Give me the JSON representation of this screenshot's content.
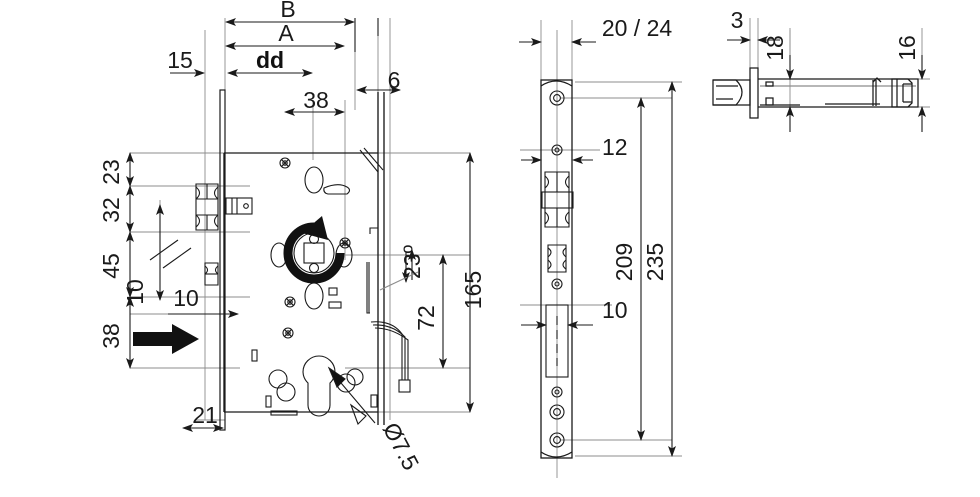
{
  "drawing": {
    "title": "Mortise lock technical drawing",
    "type": "engineering-dimensioned-drawing",
    "line_color": "#1a1a1a",
    "thin_line_color": "#8c8c8c",
    "background": "#ffffff",
    "views": [
      {
        "name": "front-section-view",
        "label": ""
      },
      {
        "name": "faceplate-edge-view",
        "label": ""
      },
      {
        "name": "side-profile-view",
        "label": ""
      }
    ]
  },
  "dimensions": {
    "front_view": {
      "top": [
        {
          "id": "dim-B",
          "label": "B",
          "bold": false
        },
        {
          "id": "dim-A",
          "label": "A",
          "bold": false
        },
        {
          "id": "dim-dd",
          "label": "dd",
          "bold": true
        },
        {
          "id": "dim-15",
          "label": "15",
          "bold": false
        },
        {
          "id": "dim-6",
          "label": "6",
          "bold": false
        },
        {
          "id": "dim-38-top",
          "label": "38",
          "bold": false
        }
      ],
      "left": [
        {
          "id": "dim-23",
          "label": "23"
        },
        {
          "id": "dim-32",
          "label": "32"
        },
        {
          "id": "dim-45",
          "label": "45"
        },
        {
          "id": "dim-10-left",
          "label": "10"
        },
        {
          "id": "dim-38-left",
          "label": "38"
        }
      ],
      "inner": [
        {
          "id": "dim-10-inner",
          "label": "10"
        }
      ],
      "right": [
        {
          "id": "dim-23deg",
          "label": "23º"
        },
        {
          "id": "dim-72",
          "label": "72"
        },
        {
          "id": "dim-165",
          "label": "165"
        }
      ],
      "bottom": [
        {
          "id": "dim-21",
          "label": "21"
        },
        {
          "id": "dim-diam-7-5",
          "label": "Ø7.5"
        }
      ]
    },
    "faceplate_view": {
      "top": [
        {
          "id": "dim-20-24",
          "label": "20 / 24"
        }
      ],
      "inner": [
        {
          "id": "dim-12",
          "label": "12"
        },
        {
          "id": "dim-10-face",
          "label": "10"
        }
      ],
      "right": [
        {
          "id": "dim-209",
          "label": "209"
        },
        {
          "id": "dim-235",
          "label": "235"
        }
      ]
    },
    "side_view": {
      "top": [
        {
          "id": "dim-3",
          "label": "3"
        },
        {
          "id": "dim-18",
          "label": "18"
        },
        {
          "id": "dim-16",
          "label": "16"
        }
      ]
    }
  },
  "annotations": {
    "rotation_arrow": "follower-rotation-arrow",
    "direction_arrow": "handing-direction-arrow"
  }
}
